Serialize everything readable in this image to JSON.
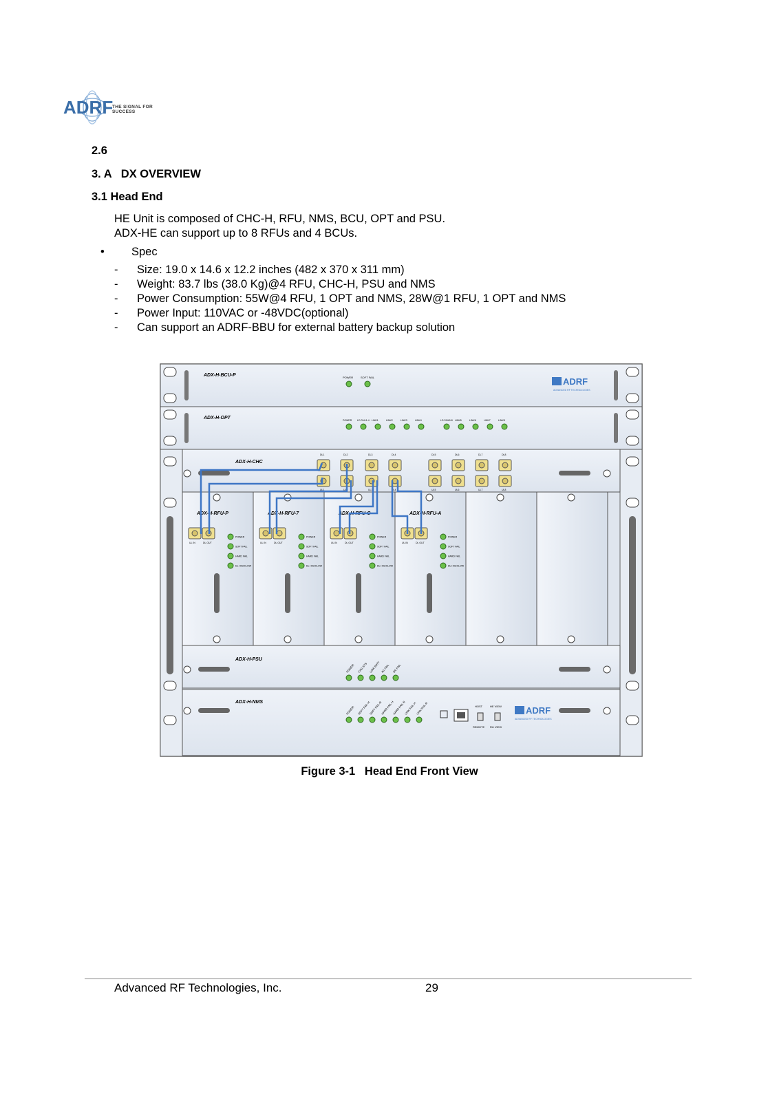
{
  "logo": {
    "brand": "ADRF",
    "tagline": "THE SIGNAL FOR SUCCESS"
  },
  "headings": {
    "section_num": "2.6",
    "chapter": "3. A   DX OVERVIEW",
    "subsection": "3.1 Head End"
  },
  "intro": {
    "line1": "HE Unit is composed of CHC-H, RFU, NMS, BCU, OPT and PSU.",
    "line2": "ADX-HE can support up to 8 RFUs and 4 BCUs."
  },
  "spec": {
    "bullet": "•",
    "label": "Spec",
    "items": [
      "Size: 19.0 x 14.6 x 12.2 inches (482 x 370 x 311 mm)",
      "Weight: 83.7 lbs (38.0 Kg)@4 RFU, CHC-H, PSU and NMS",
      "Power Consumption: 55W@4 RFU, 1 OPT and NMS, 28W@1 RFU, 1 OPT and NMS",
      "Power Input: 110VAC or -48VDC(optional)",
      "Can support an ADRF-BBU for external battery backup solution"
    ]
  },
  "figure": {
    "caption": "Figure 3-1   Head End Front View",
    "modules": {
      "bcu": "ADX-H-BCU-P",
      "opt": "ADX-H-OPT",
      "chc": "ADX-H-CHC",
      "rfu1": "ADX-H-RFU-P",
      "rfu2": "ADX-H-RFU-7",
      "rfu3": "ADX-H-RFU-C",
      "rfu4": "ADX-H-RFU-A",
      "psu": "ADX-H-PSU",
      "nms": "ADX-H-NMS"
    },
    "brand_logo": "ADRF",
    "brand_sub": "ADVANCED RF TECHNOLOGIES",
    "bcu_leds": [
      "POWER",
      "SOFT FAIL"
    ],
    "opt_leds": [
      "POWER",
      "LD FAIL1-4",
      "LINK1",
      "LINK2",
      "LINK3",
      "LINK4",
      "LD FAIL5-8",
      "LINK5",
      "LINK6",
      "LINK7",
      "LINK8"
    ],
    "chc_top": [
      "DL1",
      "DL2",
      "DL3",
      "DL4",
      "DL5",
      "DL6",
      "DL7",
      "DL8"
    ],
    "chc_bottom": [
      "UL1",
      "UL2",
      "UL3",
      "UL4",
      "UL5",
      "UL6",
      "UL7",
      "UL8"
    ],
    "rfu_ports": [
      "UL IN",
      "DL OUT"
    ],
    "rfu_leds": [
      "POWER",
      "SOFT FAIL",
      "HARD FAIL",
      "DL HIGH/LOW"
    ],
    "psu_leds": [
      "POWER",
      "CHG STS",
      "LOW BATT",
      "AC FAIL",
      "DC FAIL"
    ],
    "nms_leds": [
      "POWER",
      "SOFT FAIL-H",
      "SOFT FAIL-R",
      "HARD FAIL-H",
      "HARD FAIL-R",
      "LINK FAIL-H",
      "LINK FAIL-R"
    ],
    "nms_switch_top": [
      "HOST",
      "HE VIEW"
    ],
    "nms_switch_bottom": [
      "REMOTE",
      "RU VIEW"
    ]
  },
  "footer": {
    "company": "Advanced RF Technologies, Inc.",
    "page": "29"
  }
}
